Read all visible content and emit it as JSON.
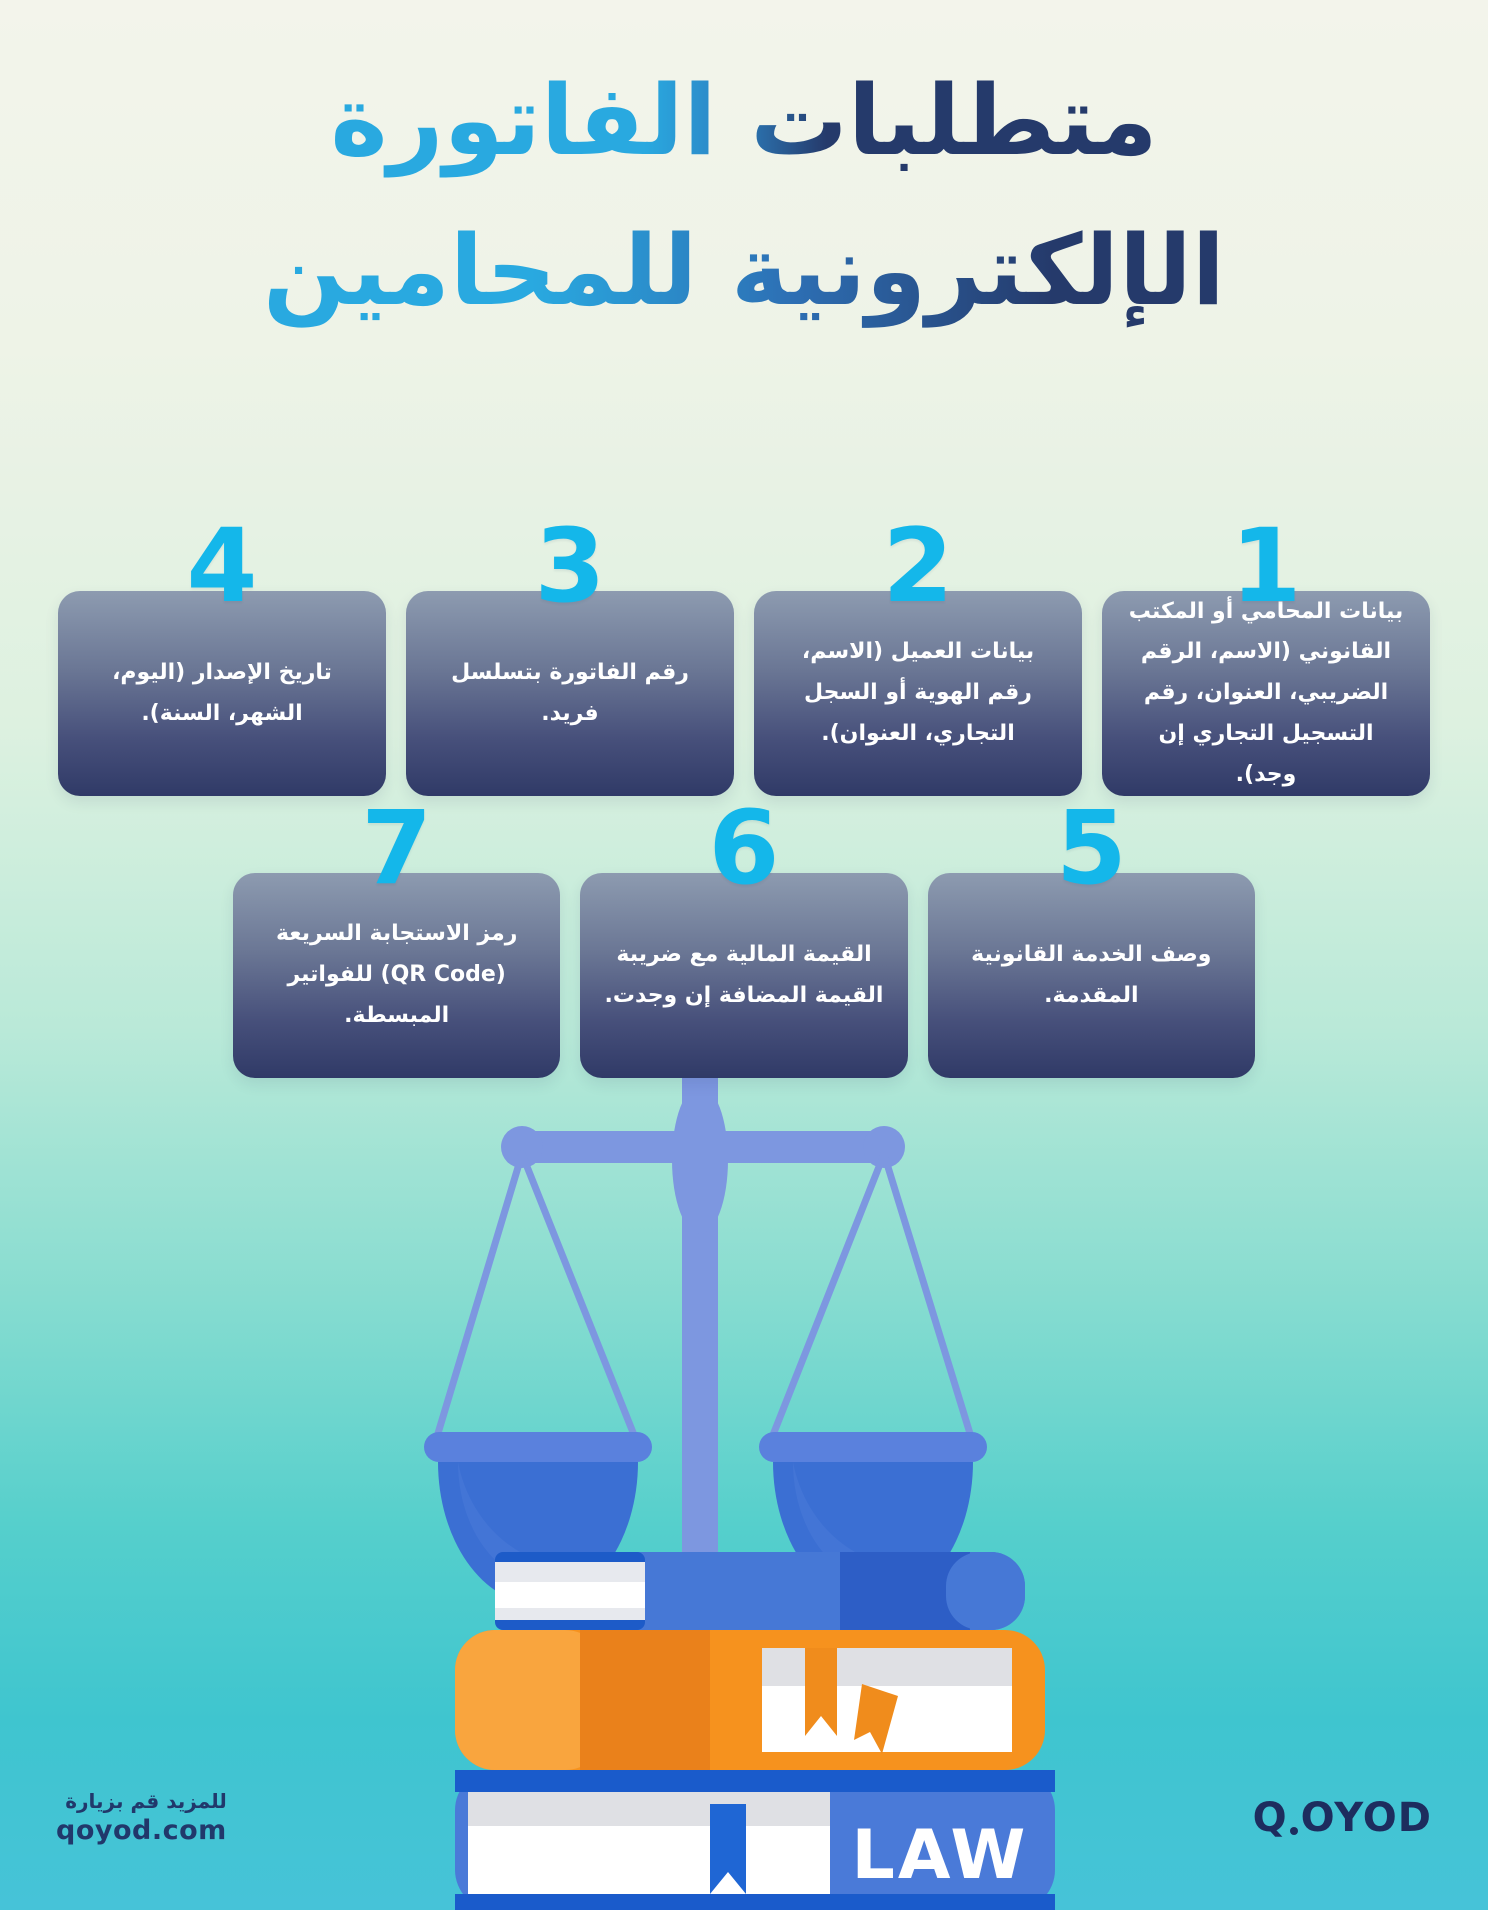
{
  "title": {
    "line1": "متطلبات الفاتورة",
    "line2": "الإلكترونية للمحامين"
  },
  "cards": [
    {
      "number": "1",
      "text": "بيانات المحامي أو المكتب القانوني (الاسم، الرقم الضريبي، العنوان، رقم التسجيل التجاري إن وجد)."
    },
    {
      "number": "2",
      "text": "بيانات العميل (الاسم، رقم الهوية أو السجل التجاري، العنوان)."
    },
    {
      "number": "3",
      "text": "رقم الفاتورة بتسلسل فريد."
    },
    {
      "number": "4",
      "text": "تاريخ الإصدار (اليوم، الشهر، السنة)."
    },
    {
      "number": "5",
      "text": "وصف الخدمة القانونية المقدمة."
    },
    {
      "number": "6",
      "text": "القيمة المالية مع ضريبة القيمة المضافة إن وجدت."
    },
    {
      "number": "7",
      "text": "رمز الاستجابة السريعة (QR Code) للفواتير المبسطة."
    }
  ],
  "illustration": {
    "book_label": "LAW"
  },
  "footer": {
    "visit_text": "للمزيد قم بزيارة",
    "url": "qoyod.com",
    "brand_q": "Q",
    "brand_rest": "OYOD"
  },
  "colors": {
    "number_accent": "#14b7ea",
    "title_navy": "#253a6b",
    "title_cyan": "#29a9e0",
    "card_gradient_top": "#8d9bb0",
    "card_gradient_bottom": "#303a67",
    "background_top": "#f3f4eb",
    "background_bottom": "#46c3d8",
    "scale_blue": "#7d97e0",
    "pan_blue": "#3b6fd3",
    "book_orange": "#f6921e",
    "book_blue": "#4a7ad8"
  }
}
